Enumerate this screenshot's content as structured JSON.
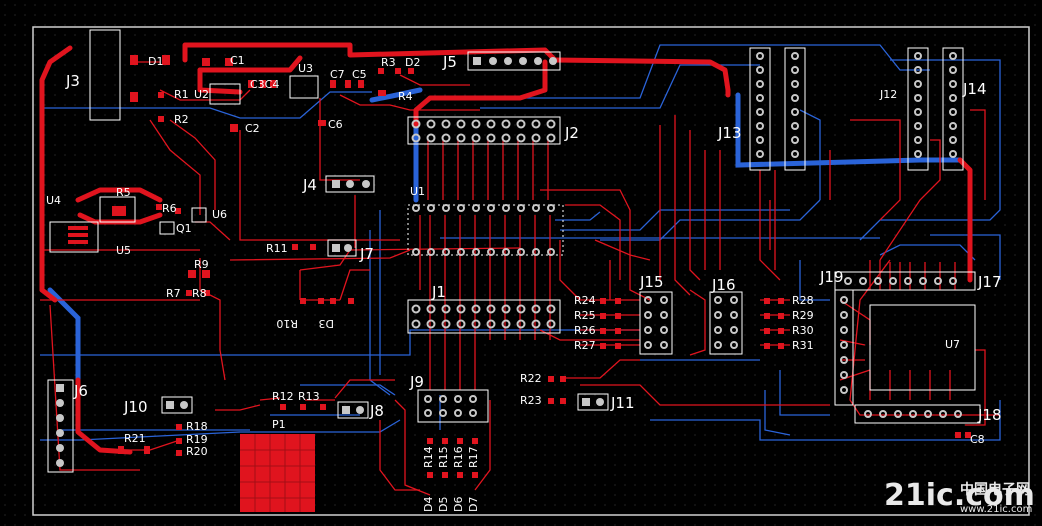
{
  "colors": {
    "background": "#000000",
    "top_layer": "#e0141e",
    "bottom_layer": "#2a63d8",
    "silkscreen": "#ffffff",
    "pad": "#c8c8c8",
    "outline": "#d0d0d0"
  },
  "labels": {
    "J3": "J3",
    "D1": "D1",
    "C1": "C1",
    "R1": "R1",
    "U2": "U2",
    "C3C4": "C3C4",
    "U3": "U3",
    "C7": "C7",
    "C5": "C5",
    "R3": "R3",
    "D2": "D2",
    "J5": "J5",
    "R2": "R2",
    "C2": "C2",
    "C6": "C6",
    "R4": "R4",
    "J2": "J2",
    "J13": "J13",
    "J12": "J12",
    "J14": "J14",
    "U4": "U4",
    "R5": "R5",
    "R6": "R6",
    "U6": "U6",
    "Q1": "Q1",
    "U5": "U5",
    "J4": "J4",
    "U1": "U1",
    "R11": "R11",
    "J7": "J7",
    "R9": "R9",
    "R7": "R7",
    "R8": "R8",
    "R10": "R10",
    "D3": "D3",
    "J1": "J1",
    "J15": "J15",
    "J16": "J16",
    "J19": "J19",
    "J17": "J17",
    "U7": "U7",
    "R24": "R24",
    "R25": "R25",
    "R26": "R26",
    "R27": "R27",
    "R28": "R28",
    "R29": "R29",
    "R30": "R30",
    "R31": "R31",
    "J6": "J6",
    "J10": "J10",
    "R18": "R18",
    "R19": "R19",
    "R20": "R20",
    "R21": "R21",
    "R12": "R12",
    "R13": "R13",
    "J8": "J8",
    "P1": "P1",
    "J9": "J9",
    "R22": "R22",
    "R23": "R23",
    "J11": "J11",
    "J18": "J18",
    "C8": "C8",
    "R14": "R14",
    "R15": "R15",
    "R16": "R16",
    "R17": "R17",
    "D4": "D4",
    "D5": "D5",
    "D6": "D6",
    "D7": "D7"
  },
  "watermark": {
    "brand": "21ic.com",
    "site_cn": "中国电子网",
    "site_url": "www.21ic.com"
  }
}
